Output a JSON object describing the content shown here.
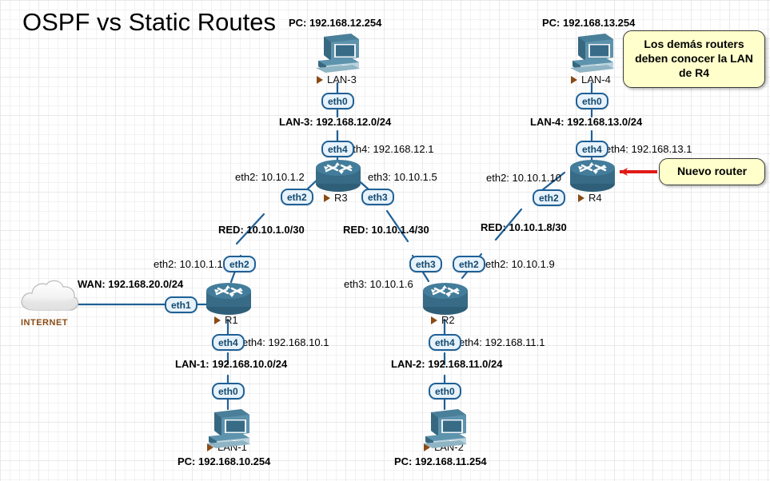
{
  "title": "OSPF vs Static Routes",
  "colors": {
    "link": "#1f6096",
    "device": "#376b86",
    "badge_fill": "#e7f2fa",
    "badge_border": "#1f6096",
    "callout_fill": "#ffffcc",
    "callout_border": "#3a3a3a",
    "arrow": "#e01b17",
    "node_marker": "#8a4b16",
    "grid": "#e9e9e9"
  },
  "callouts": [
    {
      "id": "note-r4-lan",
      "text": "Los demás routers deben conocer la LAN de R4"
    },
    {
      "id": "note-new-router",
      "text": "Nuevo router"
    }
  ],
  "cloud": {
    "label": "INTERNET"
  },
  "routers": [
    {
      "id": "r1",
      "name": "R1"
    },
    {
      "id": "r2",
      "name": "R2"
    },
    {
      "id": "r3",
      "name": "R3"
    },
    {
      "id": "r4",
      "name": "R4"
    }
  ],
  "pcs": [
    {
      "id": "lan1",
      "name": "LAN-1",
      "ip_label": "PC: 192.168.10.254"
    },
    {
      "id": "lan2",
      "name": "LAN-2",
      "ip_label": "PC: 192.168.11.254"
    },
    {
      "id": "lan3",
      "name": "LAN-3",
      "ip_label": "PC: 192.168.12.254"
    },
    {
      "id": "lan4",
      "name": "LAN-4",
      "ip_label": "PC: 192.168.13.254"
    }
  ],
  "interfaces": {
    "r1_eth1": "eth1",
    "r1_eth2": "eth2",
    "r1_eth4": "eth4",
    "r2_eth2": "eth2",
    "r2_eth3": "eth3",
    "r2_eth4": "eth4",
    "r3_eth2": "eth2",
    "r3_eth3": "eth3",
    "r3_eth4": "eth4",
    "r4_eth2": "eth2",
    "r4_eth4": "eth4",
    "pc1_eth0": "eth0",
    "pc2_eth0": "eth0",
    "pc3_eth0": "eth0",
    "pc4_eth0": "eth0"
  },
  "networks": {
    "wan": "WAN: 192.168.20.0/24",
    "lan1": "LAN-1: 192.168.10.0/24",
    "lan2": "LAN-2: 192.168.11.0/24",
    "lan3": "LAN-3: 192.168.12.0/24",
    "lan4": "LAN-4: 192.168.13.0/24",
    "red1": "RED: 10.10.1.0/30",
    "red2": "RED: 10.10.1.4/30",
    "red3": "RED: 10.10.1.8/30"
  },
  "ip_labels": {
    "r1_eth2": "eth2: 10.10.1.1",
    "r1_eth4": "eth4: 192.168.10.1",
    "r2_eth3": "eth3: 10.10.1.6",
    "r2_eth2": "eth2: 10.10.1.9",
    "r2_eth4": "eth4: 192.168.11.1",
    "r3_eth2": "eth2: 10.10.1.2",
    "r3_eth3": "eth3: 10.10.1.5",
    "r3_eth4": "eth4: 192.168.12.1",
    "r4_eth2": "eth2: 10.10.1.10",
    "r4_eth4": "eth4: 192.168.13.1"
  }
}
